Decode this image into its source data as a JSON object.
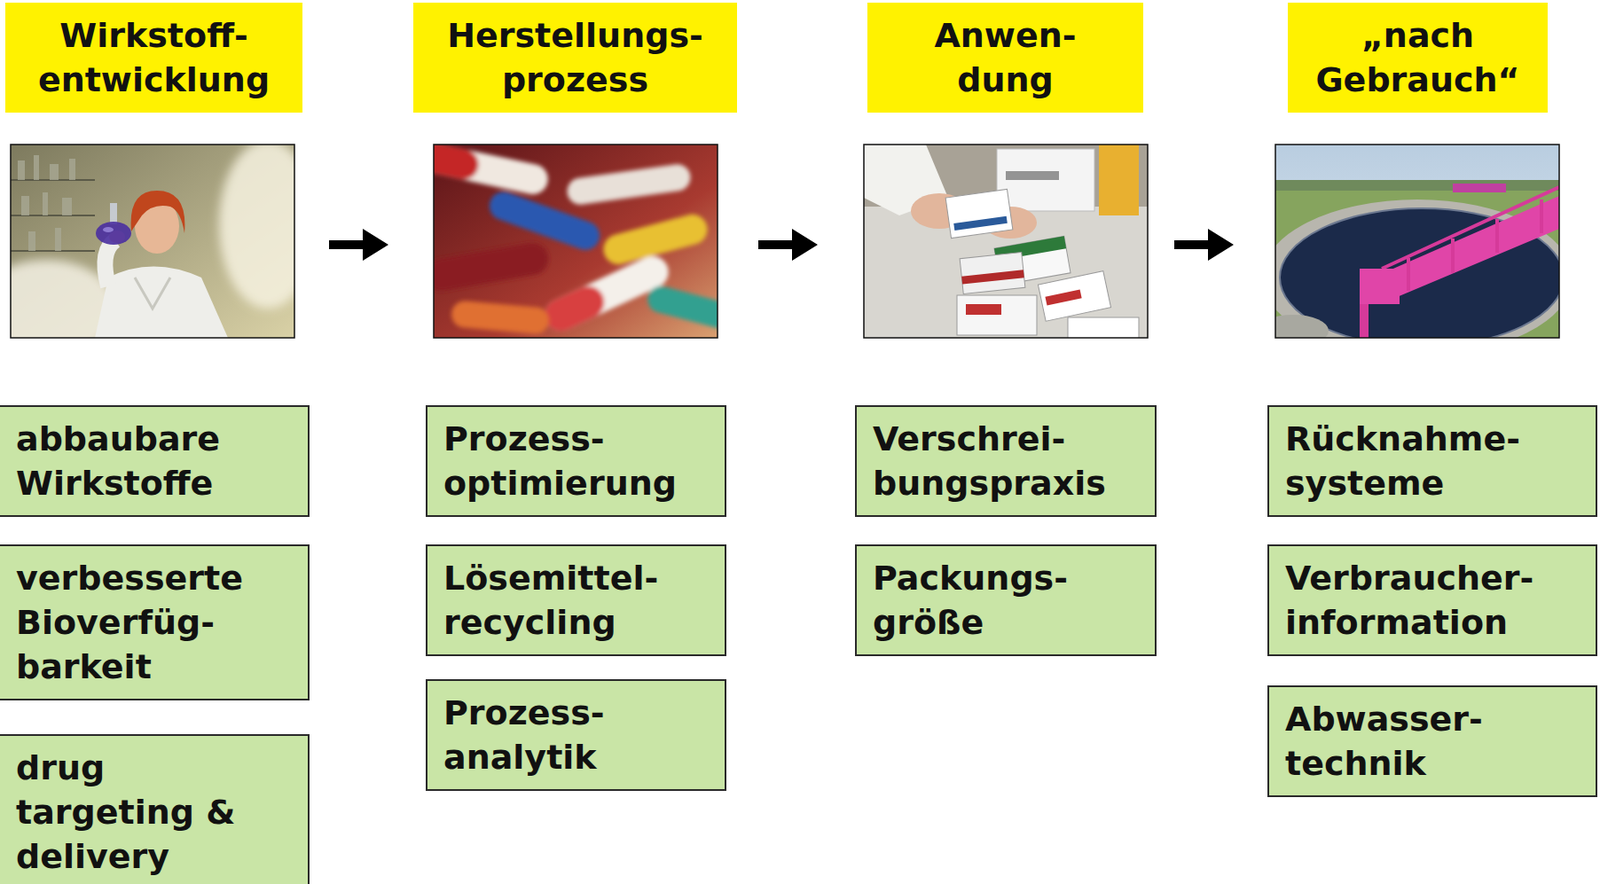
{
  "diagram": {
    "nodes": [
      {
        "text": [
          "Wirkstoff- entwicklung"
        ]
      },
      {
        "text": [
          "abbaubare Wirkstoffe"
        ]
      },
      {
        "text": [
          "verbesserte Bioverfüg- barkeit"
        ]
      },
      {
        "text": [
          "drug targeting & delivery"
        ]
      },
      {
        "text": [
          "Herstellungs- prozess"
        ]
      },
      {
        "text": [
          "Prozess- optimierung"
        ]
      },
      {
        "text": [
          "Lösemittel- recycling"
        ]
      },
      {
        "text": [
          "Prozess- analytik"
        ]
      },
      {
        "text": [
          "Anwen- dung"
        ]
      },
      {
        "text": [
          "Verschrei- bungspraxis"
        ]
      },
      {
        "text": [
          "Packungs- größe"
        ]
      },
      {
        "text": [
          "„nach Gebrauch“"
        ]
      },
      {
        "text": [
          "Rücknahme- systeme"
        ]
      },
      {
        "text": [
          "Verbraucher- information"
        ]
      },
      {
        "text": [
          "Abwasser- technik"
        ]
      }
    ]
  }
}
